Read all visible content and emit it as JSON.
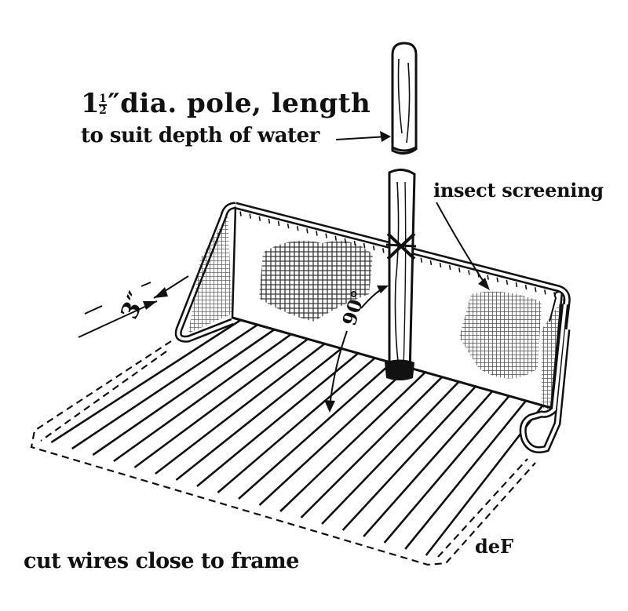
{
  "labels": {
    "pole_size": "1",
    "pole_frac_num": "1",
    "pole_frac_den": "2",
    "pole_inch": "″",
    "pole_rest": "dia. pole, length",
    "pole_line2": "to suit depth of water",
    "screen": "insect screening",
    "three_inch": "3″",
    "angle": "90°",
    "cut_wires": "cut wires close to frame",
    "signature": "deF"
  }
}
